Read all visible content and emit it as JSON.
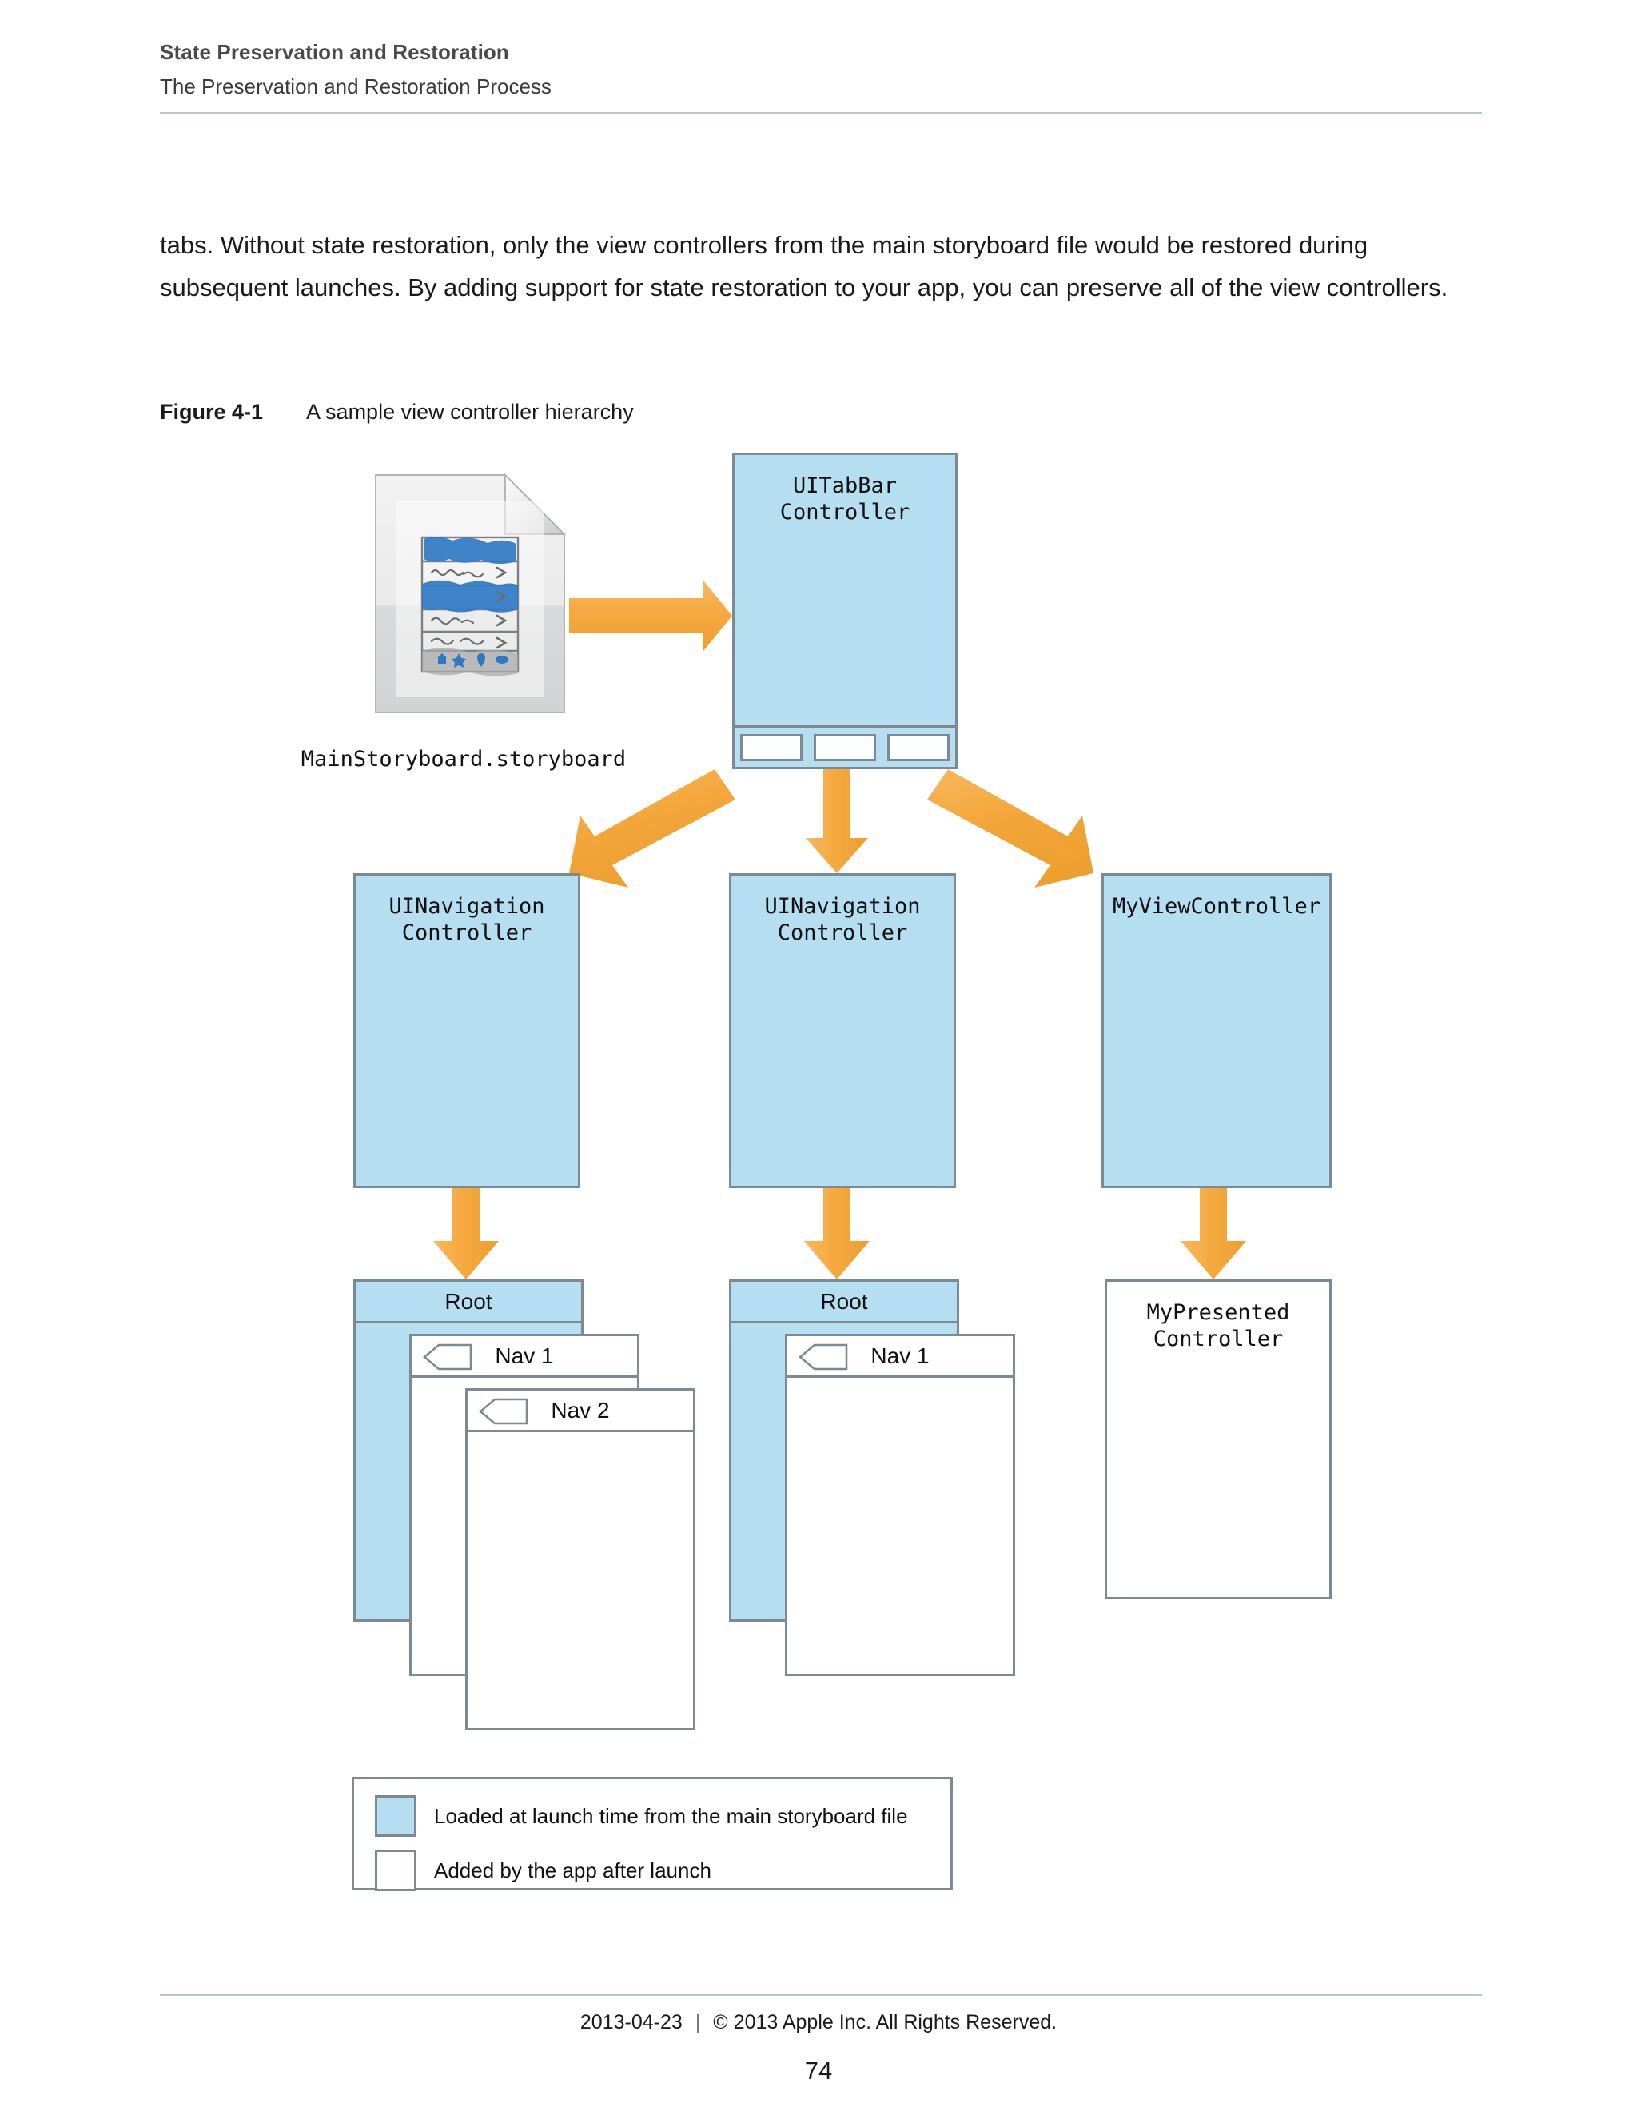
{
  "running_head": {
    "title": "State Preservation and Restoration",
    "subtitle": "The Preservation and Restoration Process"
  },
  "body": {
    "paragraph": "tabs. Without state restoration, only the view controllers from the main storyboard file would be restored during subsequent launches. By adding support for state restoration to your app, you can preserve all of the view controllers."
  },
  "figure": {
    "number": "Figure 4-1",
    "caption": "A sample view controller hierarchy",
    "storyboard_file_label": "MainStoryboard.storyboard",
    "nodes": {
      "tabbar_controller": "UITabBar\nController",
      "nav_controller_left": "UINavigation\nController",
      "nav_controller_middle": "UINavigation\nController",
      "my_view_controller": "MyViewController",
      "my_presented_controller": "MyPresented\nController",
      "root_left": "Root",
      "root_middle": "Root",
      "nav1_left": "Nav 1",
      "nav2_left": "Nav 2",
      "nav1_middle": "Nav 1"
    },
    "legend": [
      {
        "swatch": "blue",
        "text": "Loaded at launch time from the main storyboard file"
      },
      {
        "swatch": "white",
        "text": "Added by the app after launch"
      }
    ],
    "colors": {
      "node_fill_blue": "#b5def1",
      "node_border": "#7b8a93",
      "arrow_orange": "#f5a93f",
      "page_background": "#ffffff"
    }
  },
  "footer": {
    "date": "2013-04-23",
    "separator": "|",
    "copyright": "© 2013 Apple Inc. All Rights Reserved.",
    "page_number": "74"
  }
}
